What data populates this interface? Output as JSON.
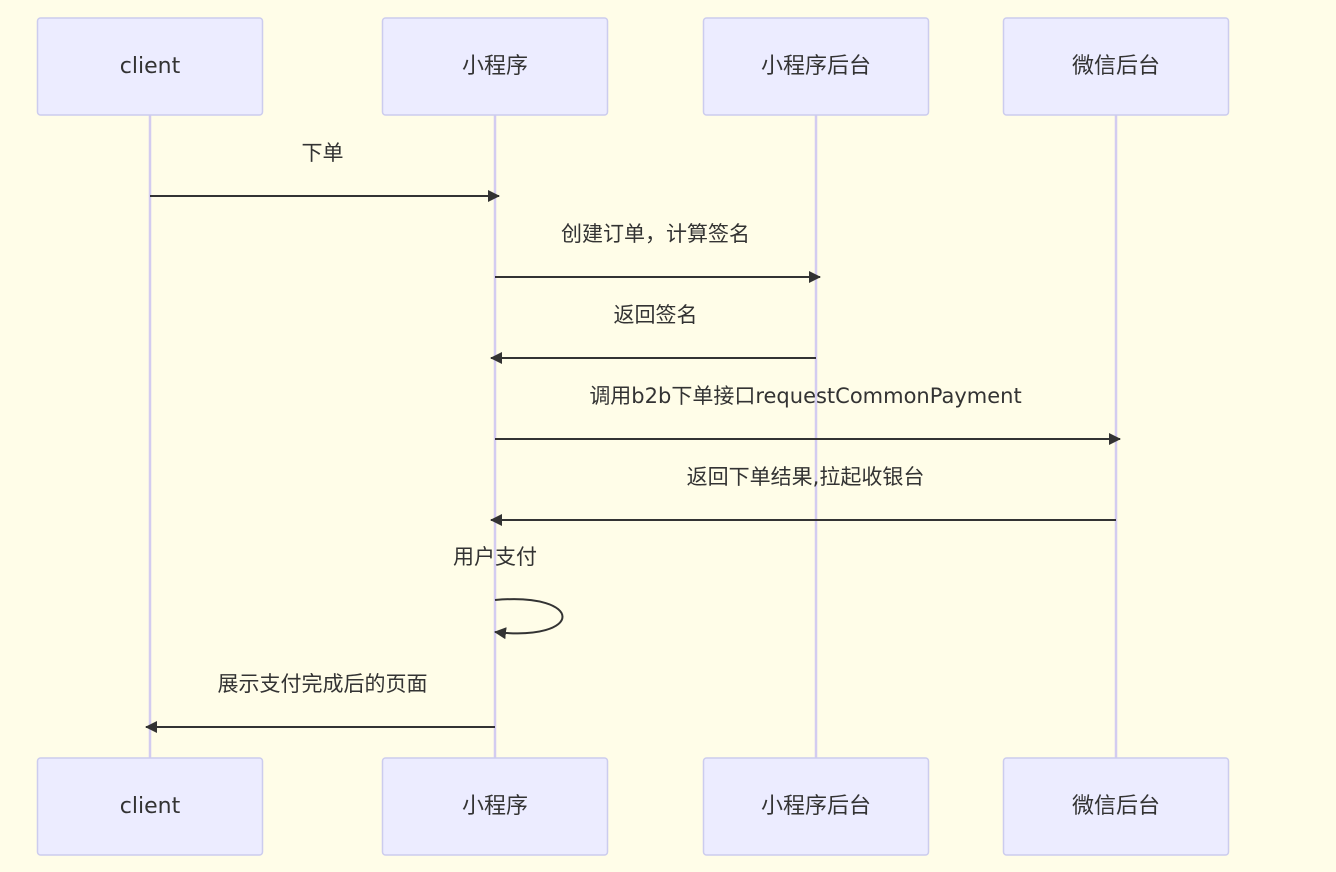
{
  "diagram": {
    "type": "sequence",
    "colors": {
      "background": "#fffde8",
      "actor_fill": "#ececff",
      "actor_stroke": "#ccccee",
      "lifeline": "#d3ccf0",
      "arrow": "#333333",
      "text": "#333333"
    },
    "actors": [
      {
        "id": "client",
        "label": "client"
      },
      {
        "id": "miniprogram",
        "label": "小程序"
      },
      {
        "id": "mp_backend",
        "label": "小程序后台"
      },
      {
        "id": "wx_backend",
        "label": "微信后台"
      }
    ],
    "messages": [
      {
        "from": "client",
        "to": "miniprogram",
        "label": "下单"
      },
      {
        "from": "miniprogram",
        "to": "mp_backend",
        "label": "创建订单，计算签名"
      },
      {
        "from": "mp_backend",
        "to": "miniprogram",
        "label": "返回签名"
      },
      {
        "from": "miniprogram",
        "to": "wx_backend",
        "label": "调用b2b下单接口requestCommonPayment"
      },
      {
        "from": "wx_backend",
        "to": "miniprogram",
        "label": "返回下单结果,拉起收银台"
      },
      {
        "from": "miniprogram",
        "to": "miniprogram",
        "label": "用户支付"
      },
      {
        "from": "miniprogram",
        "to": "client",
        "label": "展示支付完成后的页面"
      }
    ]
  }
}
